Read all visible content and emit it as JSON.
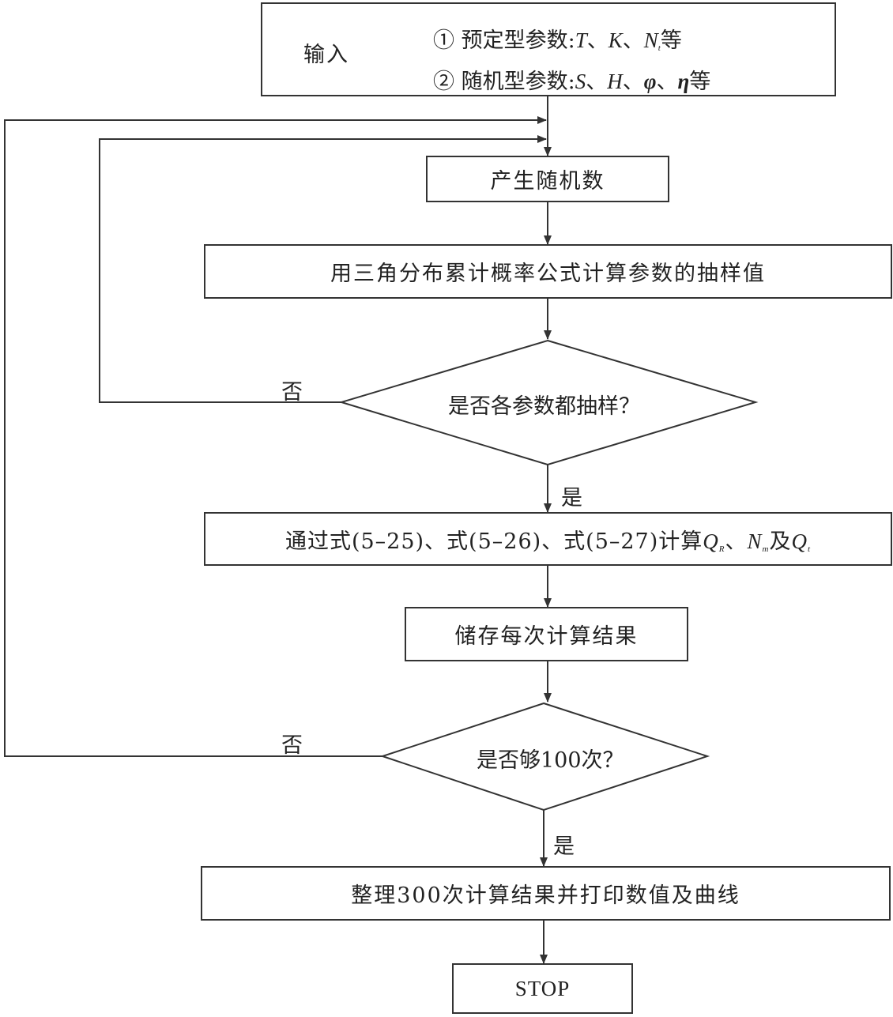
{
  "input_box": {
    "label": "输入",
    "line1": {
      "prefix": "① 预定型参数:",
      "var_T": "T",
      "var_K": "K",
      "var_N": "N",
      "var_N_sub": "t",
      "sep": "、",
      "suffix": "等"
    },
    "line2": {
      "prefix": "② 随机型参数:",
      "var_S": "S",
      "var_H": "H",
      "var_phi": "φ",
      "var_eta": "η",
      "sep": "、",
      "suffix": "等"
    }
  },
  "steps": {
    "random": "产生随机数",
    "sample": "用三角分布累计概率公式计算参数的抽样值",
    "calc_prefix": "通过式(5–25)、式(5–26)、式(5–27)计算",
    "calc_QR": "Q",
    "calc_QR_sub": "R",
    "calc_sep": "、",
    "calc_Nm": "N",
    "calc_Nm_sub": "m",
    "calc_and": "及",
    "calc_Qt": "Q",
    "calc_Qt_sub": "t",
    "store": "储存每次计算结果",
    "organize": "整理300次计算结果并打印数值及曲线",
    "stop": "STOP"
  },
  "decisions": {
    "all_sampled": "是否各参数都抽样？",
    "enough": "是否够100次？"
  },
  "edge_labels": {
    "no_1": "否",
    "yes_1": "是",
    "no_2": "否",
    "yes_2": "是"
  }
}
